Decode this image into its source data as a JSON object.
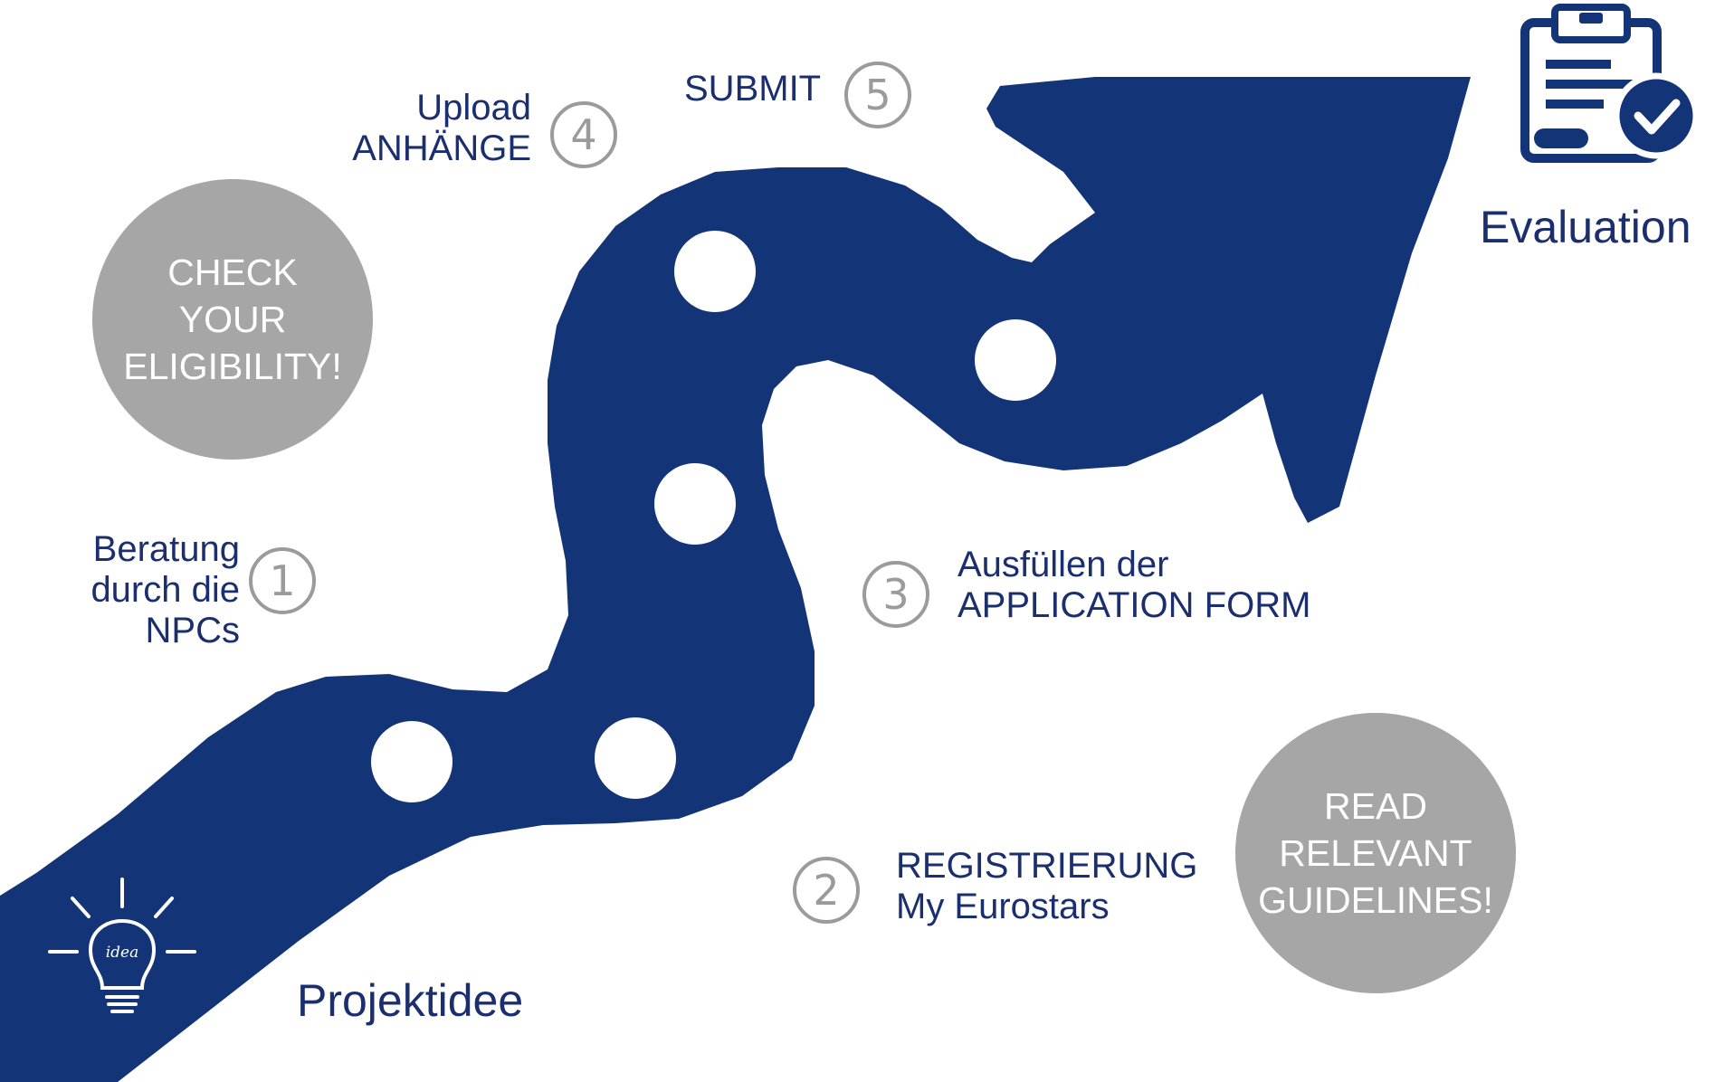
{
  "colors": {
    "road": "#133476",
    "text": "#1b2f6e",
    "bubble": "#a6a6a6",
    "number_ring": "#9b9b9b"
  },
  "start": {
    "label": "Projektidee",
    "icon": "lightbulb-idea-icon",
    "icon_text": "idea"
  },
  "end": {
    "label": "Evaluation",
    "icon": "clipboard-check-icon"
  },
  "steps": [
    {
      "number": "1",
      "lines": [
        "Beratung",
        "durch die",
        "NPCs"
      ]
    },
    {
      "number": "2",
      "lines": [
        "REGISTRIERUNG",
        "My Eurostars"
      ]
    },
    {
      "number": "3",
      "lines": [
        "Ausfüllen der",
        "APPLICATION FORM"
      ]
    },
    {
      "number": "4",
      "lines": [
        "Upload",
        "ANHÄNGE"
      ]
    },
    {
      "number": "5",
      "lines": [
        "SUBMIT"
      ]
    }
  ],
  "bubbles": [
    {
      "lines": [
        "CHECK",
        "YOUR",
        "ELIGIBILITY!"
      ]
    },
    {
      "lines": [
        "READ",
        "RELEVANT",
        "GUIDELINES!"
      ]
    }
  ]
}
